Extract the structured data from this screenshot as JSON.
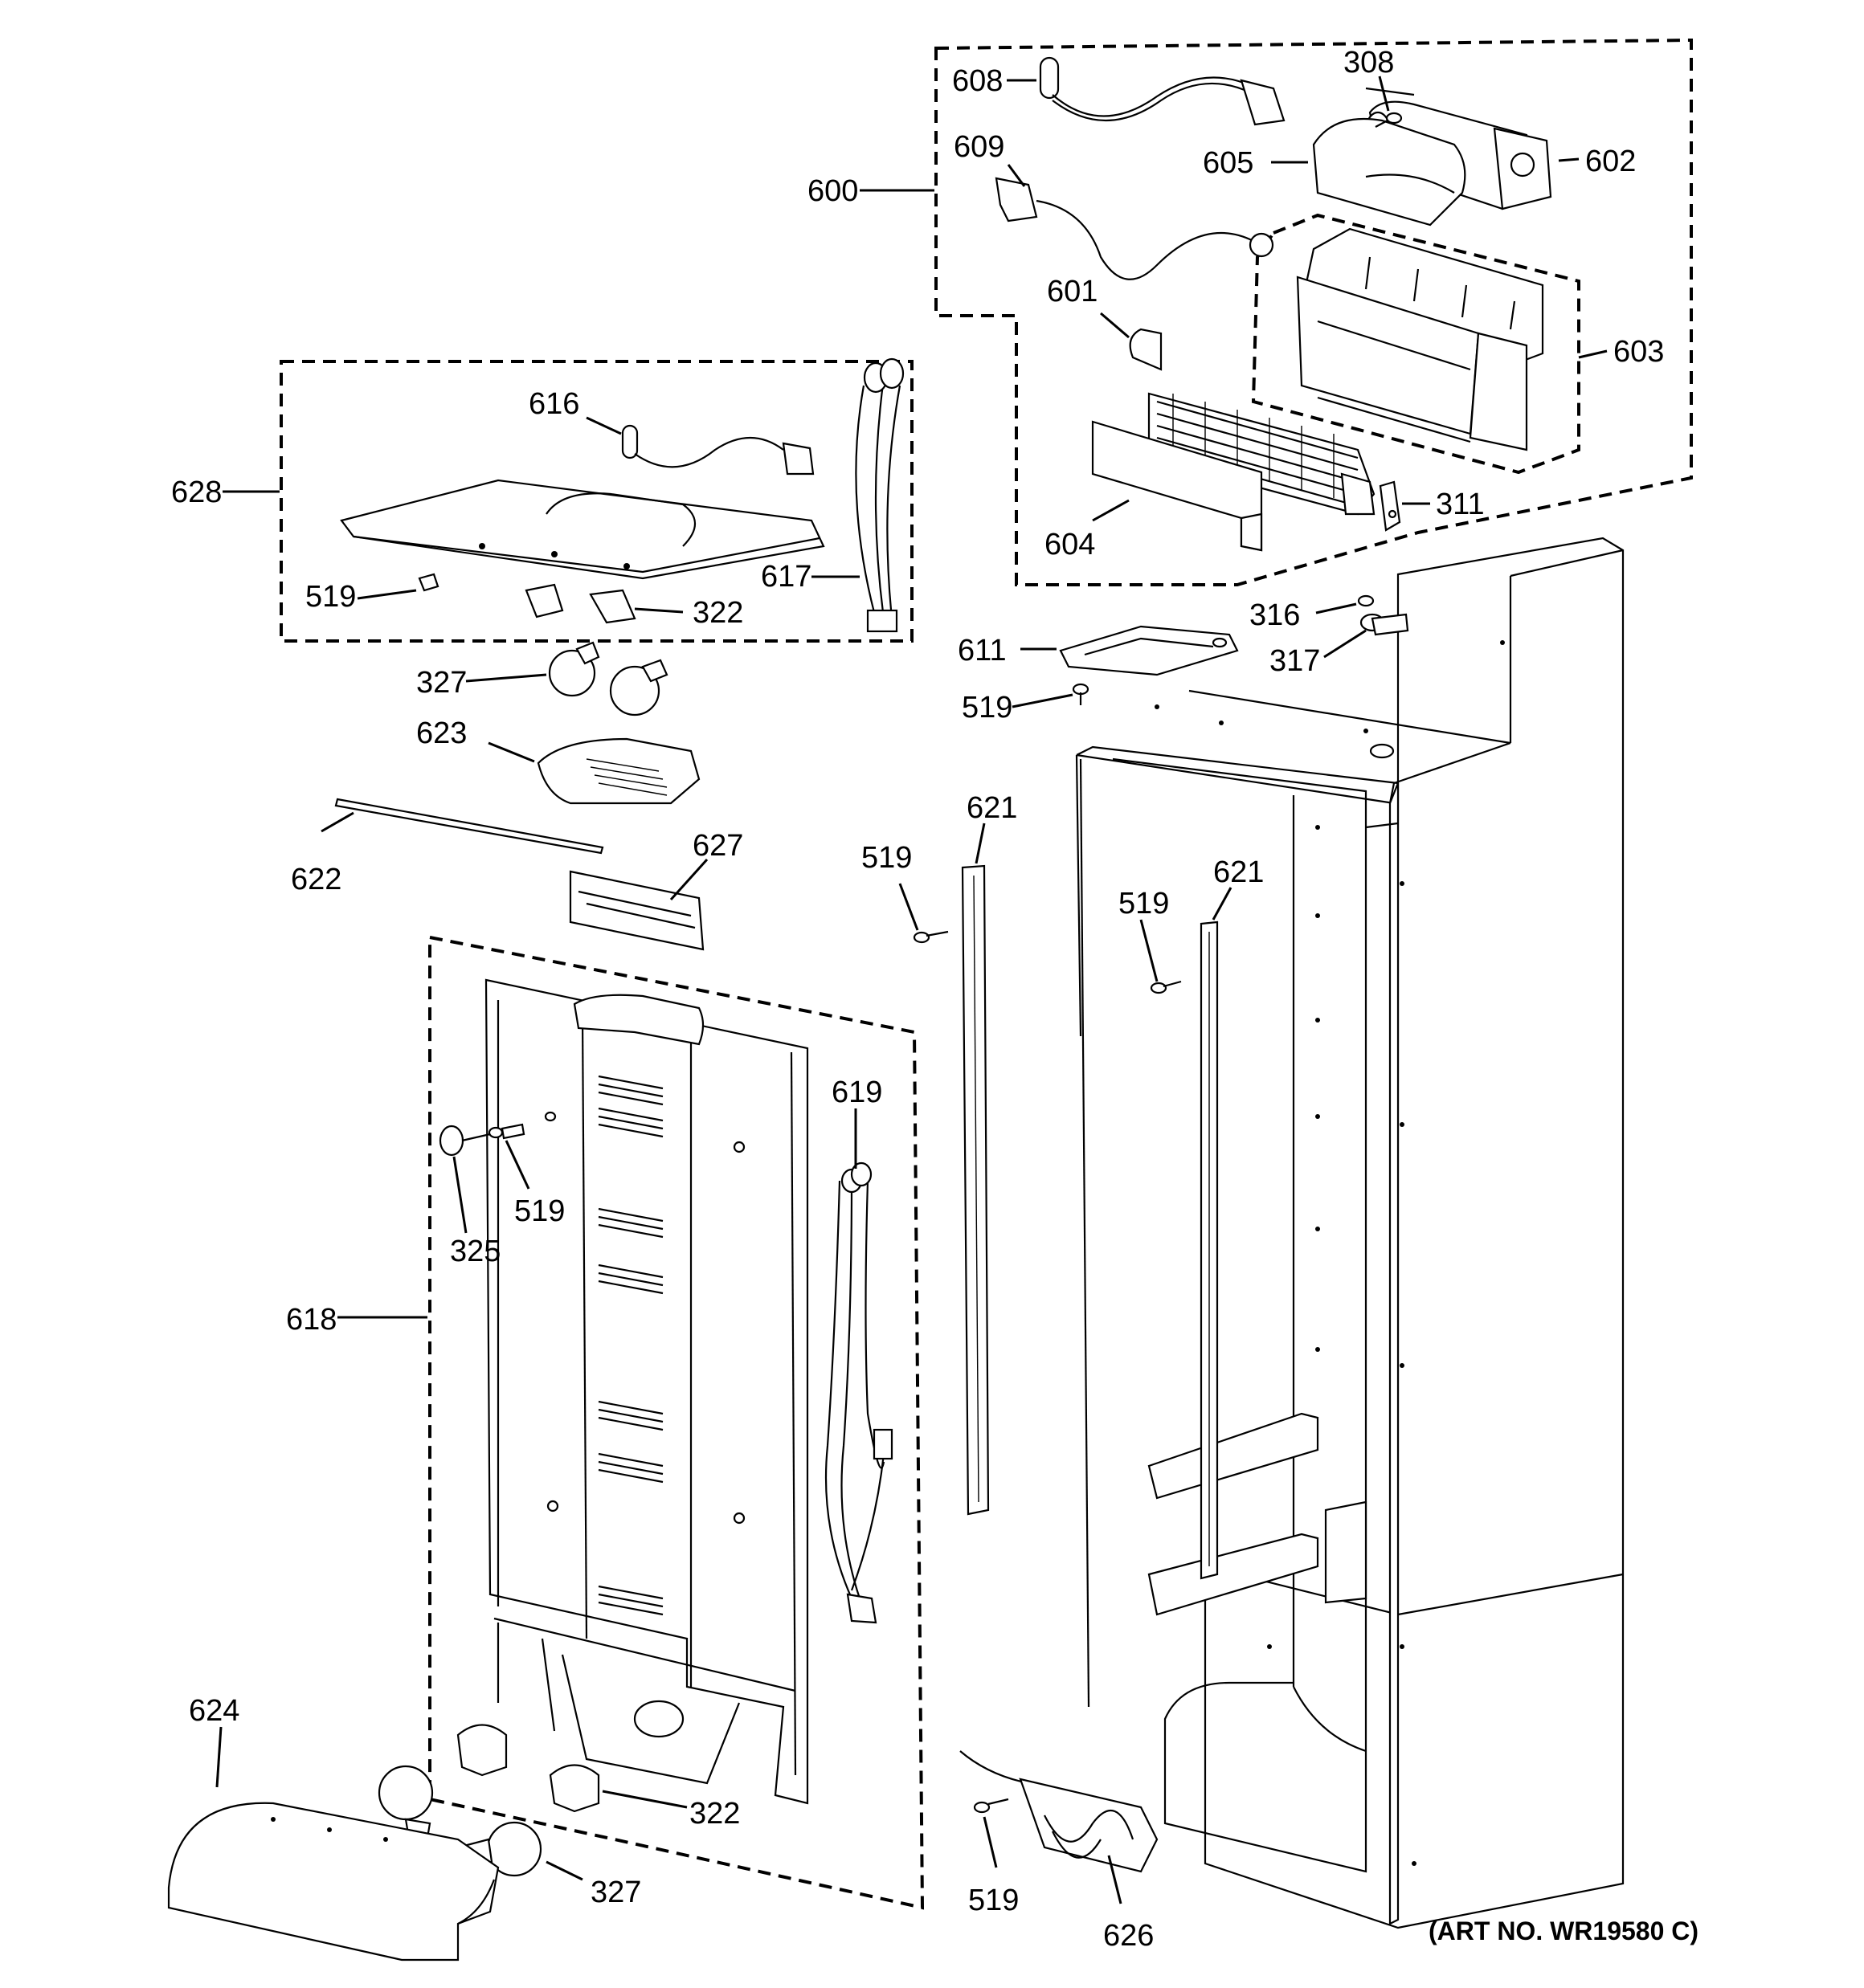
{
  "art_number": "(ART NO. WR19580 C)",
  "labels": {
    "p600": "600",
    "p601": "601",
    "p602": "602",
    "p603": "603",
    "p604": "604",
    "p605": "605",
    "p608": "608",
    "p609": "609",
    "p308": "308",
    "p311": "311",
    "p316": "316",
    "p317": "317",
    "p611": "611",
    "p628": "628",
    "p616": "616",
    "p617": "617",
    "p322a": "322",
    "p519a": "519",
    "p327a": "327",
    "p623": "623",
    "p622": "622",
    "p627": "627",
    "p519b": "519",
    "p621a": "621",
    "p519c": "519",
    "p621b": "621",
    "p519d": "519",
    "p619": "619",
    "p519e": "519",
    "p325": "325",
    "p618": "618",
    "p624": "624",
    "p322b": "322",
    "p327b": "327",
    "p519f": "519",
    "p626": "626"
  }
}
